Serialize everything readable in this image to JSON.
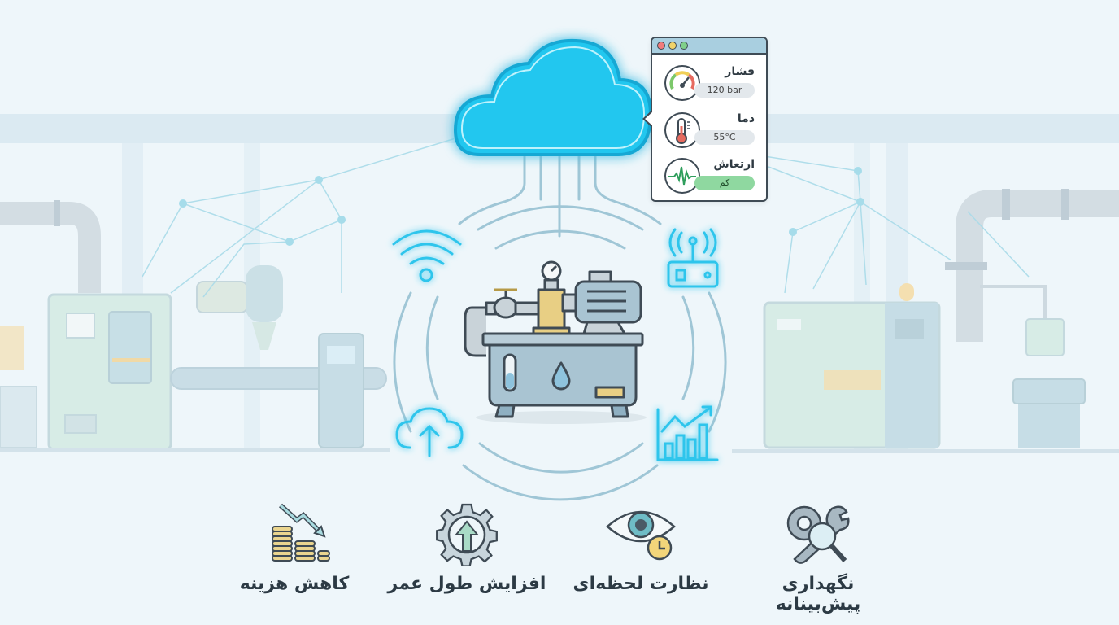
{
  "scene": {
    "title": "IoT pump monitoring infographic",
    "colors": {
      "background": "#eef6fa",
      "cloud": "#1ec8f0",
      "glow": "#36d4f5",
      "outline": "#3f4b55",
      "accent_yellow": "#e8cf84",
      "tank": "#a9c4d2"
    }
  },
  "monitor_panel": {
    "window_dots": [
      "#f17b7b",
      "#f0d36a",
      "#7fd08a"
    ],
    "rows": [
      {
        "label": "فشار",
        "value": "120 bar",
        "icon": "pressure-gauge-icon",
        "status": "neutral"
      },
      {
        "label": "دما",
        "value": "55°C",
        "icon": "thermometer-icon",
        "status": "neutral"
      },
      {
        "label": "ارتعاش",
        "value": "کم",
        "icon": "vibration-wave-icon",
        "status": "good"
      }
    ]
  },
  "center": {
    "device": "hydraulic-pump-unit",
    "orbit_icons": [
      "wifi-icon",
      "router-icon",
      "cloud-upload-icon",
      "growth-chart-icon"
    ]
  },
  "features": [
    {
      "label": "کاهش هزینه",
      "icon": "cost-reduction-coins-icon"
    },
    {
      "label": "افزایش طول عمر",
      "icon": "gear-arrow-up-icon"
    },
    {
      "label": "نظارت لحظه‌ای",
      "icon": "eye-clock-icon"
    },
    {
      "label": "نگهداری پیش‌بینانه",
      "icon": "gear-wrench-magnifier-icon"
    }
  ]
}
